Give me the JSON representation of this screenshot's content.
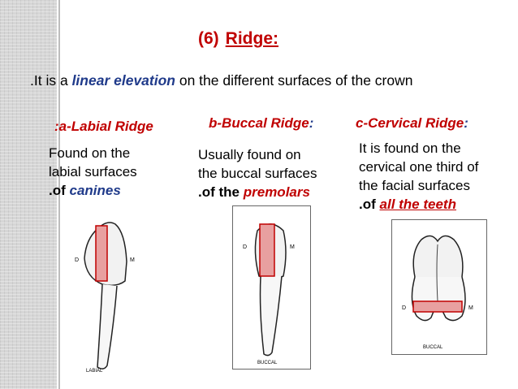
{
  "title": {
    "number": "(6)",
    "word": "Ridge:"
  },
  "intro": {
    "lead": ".It is a",
    "term": "linear elevation",
    "rest": "on the different surfaces of the crown"
  },
  "columns": [
    {
      "heading": ":a-Labial Ridge",
      "heading_colon": "",
      "line1": "Found on the",
      "line2": "labial surfaces",
      "line3_lead": ".of",
      "line3_term": "canines",
      "line4_lead": "",
      "line4_term": "",
      "image_label": "LABIAL",
      "image_side_left": "D",
      "image_side_right": "M"
    },
    {
      "heading": "b-Buccal Ridge",
      "heading_colon": ":",
      "line1": "Usually found on",
      "line2": "the buccal surfaces",
      "line3_lead": ".of the",
      "line3_term": "premolars",
      "line4_lead": "",
      "line4_term": "",
      "image_label": "BUCCAL",
      "image_side_left": "D",
      "image_side_right": "M"
    },
    {
      "heading": "c-Cervical Ridge",
      "heading_colon": ":",
      "line1": "It is found on the",
      "line2": "cervical one third of",
      "line3_lead": "the facial surfaces",
      "line3_term": "",
      "line4_lead": ".of",
      "line4_term": "all the teeth",
      "image_label": "BUCCAL",
      "image_side_left": "D",
      "image_side_right": "M"
    }
  ],
  "colors": {
    "title_red": "#c00000",
    "term_blue": "#1f3a8a",
    "highlight_fill": "#e8a0a0",
    "highlight_stroke": "#c00000",
    "side_band": "#d6d6d6"
  }
}
